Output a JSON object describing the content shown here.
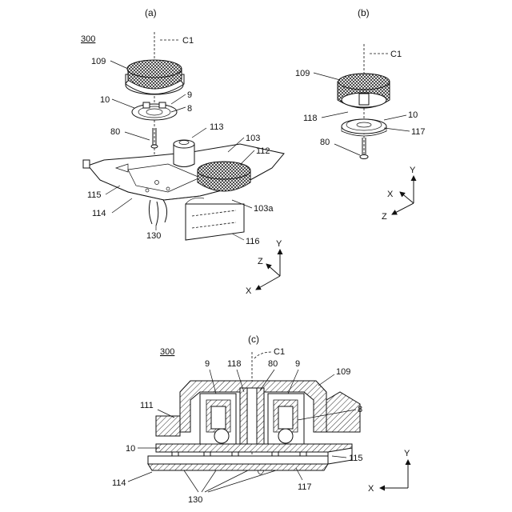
{
  "panel_a": {
    "caption": "(a)",
    "assembly_label": "300",
    "axis_label": "C1",
    "labels": {
      "l109": "109",
      "l9": "9",
      "l10": "10",
      "l8": "8",
      "l80": "80",
      "l113": "113",
      "l103": "103",
      "l112": "112",
      "l115": "115",
      "l114": "114",
      "l103a": "103a",
      "l130": "130",
      "l116": "116"
    },
    "axes": {
      "x": "X",
      "y": "Y",
      "z": "Z"
    }
  },
  "panel_b": {
    "caption": "(b)",
    "axis_label": "C1",
    "labels": {
      "l109": "109",
      "l118": "118",
      "l10": "10",
      "l117": "117",
      "l80": "80"
    },
    "axes": {
      "x": "X",
      "y": "Y",
      "z": "Z"
    }
  },
  "panel_c": {
    "caption": "(c)",
    "assembly_label": "300",
    "axis_label": "C1",
    "labels": {
      "l9a": "9",
      "l118": "118",
      "l80": "80",
      "l9b": "9",
      "l109": "109",
      "l111": "111",
      "l8": "8",
      "l10": "10",
      "l115": "115",
      "l114": "114",
      "l130": "130",
      "l117": "117"
    },
    "axes": {
      "x": "X",
      "y": "Y"
    }
  }
}
